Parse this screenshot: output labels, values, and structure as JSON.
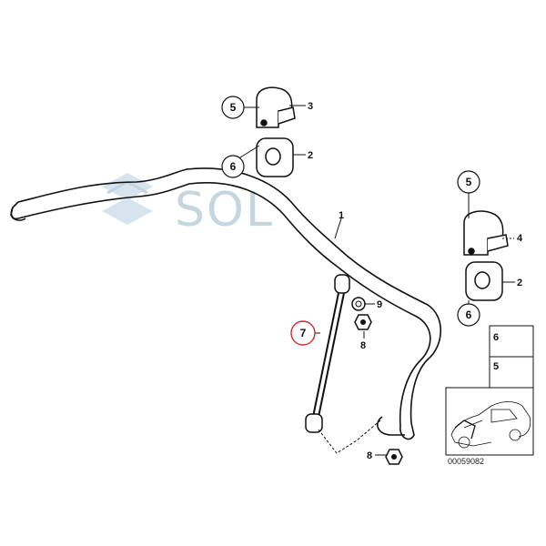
{
  "watermark": {
    "text": "SOL",
    "color": "#bcd0dc"
  },
  "callouts": {
    "bar": "1",
    "bushing_left": "2",
    "bracket_left": "3",
    "bracket_right_label": "4",
    "bushing_right": "2",
    "nut_upper_left": "5",
    "nut_upper_left_lower": "6",
    "nut_right_upper": "5",
    "nut_right_lower": "6",
    "link": "7",
    "nut_link_upper": "8",
    "washer": "9",
    "nut_link_lower": "8",
    "legend_nut": "6",
    "legend_bolt": "5"
  },
  "diagram_code": "00059082",
  "colors": {
    "link_highlight": "#d9252b",
    "line": "#111111",
    "part_fill": "#ffffff"
  }
}
